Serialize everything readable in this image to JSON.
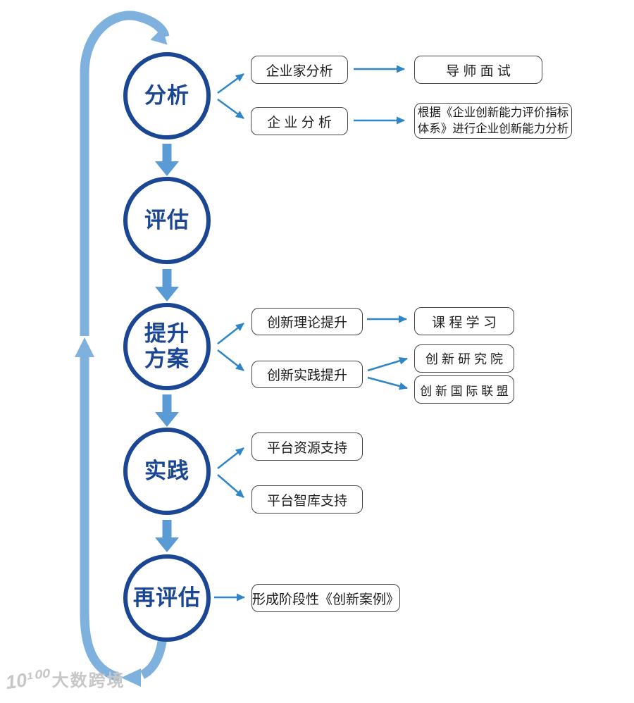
{
  "palette": {
    "circle_and_label_blue": "#1a4694",
    "loop_light_blue": "#7fb1de",
    "thick_arrow_blue": "#5b9bd5",
    "thin_arrow_blue": "#2e86c6",
    "box_border_gray": "#454545",
    "box_text": "#1c1c1c",
    "watermark_gray": "#c7c7c7"
  },
  "stages": [
    {
      "label": "分析"
    },
    {
      "label": "评估"
    },
    {
      "lines": [
        "提升",
        "方案"
      ]
    },
    {
      "label": "实践"
    },
    {
      "label": "再评估"
    }
  ],
  "boxes": {
    "entrepreneur_analysis": "企业家分析",
    "enterprise_analysis": "企 业 分 析",
    "mentor_interview": "导 师 面 试",
    "index_system_lines": [
      "根据《企业创新能力评价指标",
      "体系》进行企业创新能力分析"
    ],
    "innovation_theory": "创新理论提升",
    "innovation_practice": "创新实践提升",
    "course_learning": "课 程 学 习",
    "innovation_institute": "创 新 研 究 院",
    "innovation_alliance": "创 新 国 际 联 盟",
    "platform_resources": "平台资源支持",
    "platform_thinktank": "平台智库支持",
    "innovation_cases": "形成阶段性《创新案例》"
  },
  "watermark": {
    "logo": "10¹⁰⁰",
    "text": "大数跨境"
  }
}
